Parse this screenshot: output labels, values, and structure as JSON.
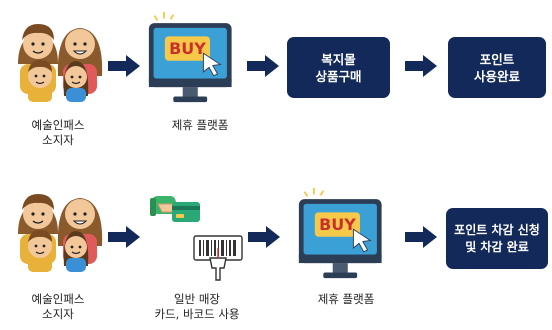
{
  "row1": {
    "user_caption_1": "예술인패스",
    "user_caption_2": "소지자",
    "platform_caption": "제휴 플랫폼",
    "buy_text": "BUY",
    "step3_line1": "복지몰",
    "step3_line2": "상품구매",
    "step4_line1": "포인트",
    "step4_line2": "사용완료"
  },
  "row2": {
    "user_caption_1": "예술인패스",
    "user_caption_2": "소지자",
    "offline_caption_1": "일반 매장",
    "offline_caption_2": "카드, 바코드 사용",
    "platform_caption": "제휴 플랫폼",
    "buy_text": "BUY",
    "step4_line1": "포인트 차감 신청",
    "step4_line2": "및 차감 완료"
  },
  "colors": {
    "navy": "#12295a",
    "arrow": "#12295a",
    "monitor_screen": "#3aa0d6",
    "buy_yellow": "#f6c94a"
  },
  "icons": [
    "family-icon",
    "monitor-buy-icon",
    "card-hand-icon",
    "barcode-scanner-icon",
    "arrow-right-icon"
  ]
}
